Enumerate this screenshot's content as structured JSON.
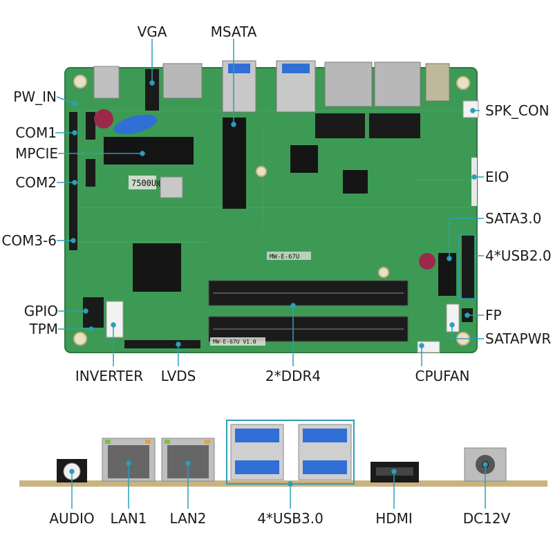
{
  "board": {
    "silk_cpu": "7500U",
    "silk_model": "MW-E-67U",
    "silk_version": "MW-E-67U V1.0"
  },
  "top_labels": {
    "vga": "VGA",
    "msata": "MSATA"
  },
  "left_labels": {
    "pw_in": "PW_IN",
    "com1": "COM1",
    "mpcie": "MPCIE",
    "com2": "COM2",
    "com36": "COM3-6",
    "gpio": "GPIO",
    "tpm": "TPM"
  },
  "right_labels": {
    "spk_con": "SPK_CON",
    "eio": "EIO",
    "sata30": "SATA3.0",
    "usb20": "4*USB2.0",
    "fp": "FP",
    "satapwr": "SATAPWR"
  },
  "bottom_labels": {
    "inverter": "INVERTER",
    "lvds": "LVDS",
    "ddr4": "2*DDR4",
    "cpufan": "CPUFAN"
  },
  "io_labels": {
    "audio": "AUDIO",
    "lan1": "LAN1",
    "lan2": "LAN2",
    "usb30": "4*USB3.0",
    "hdmi": "HDMI",
    "dc12v": "DC12V"
  },
  "colors": {
    "pcb": "#3d9a55",
    "pcb_dark": "#2c7a40",
    "callout": "#2a9fb8",
    "panel": "#c9b37e",
    "usb_blue": "#2f6fd6",
    "connector_black": "#1a1a1a"
  }
}
